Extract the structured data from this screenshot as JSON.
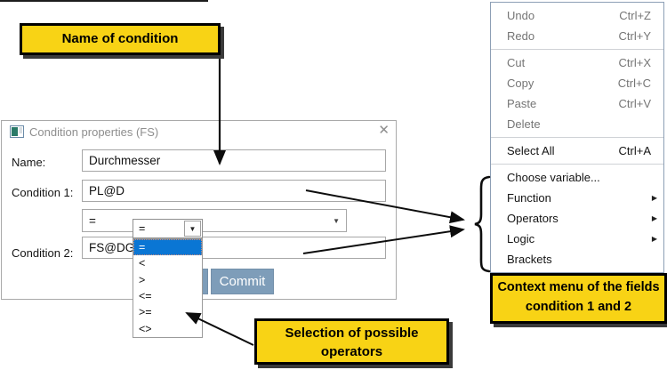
{
  "callouts": {
    "name_of_condition": "Name of condition",
    "selection_line1": "Selection of possible",
    "selection_line2": "operators",
    "context_line1": "Context menu  of the fields",
    "context_line2": "condition 1 and 2"
  },
  "dialog": {
    "title": "Condition properties (FS)",
    "fields": [
      {
        "label": "Name:",
        "value": "Durchmesser"
      },
      {
        "label": "Condition 1:",
        "value": "PL@D"
      },
      {
        "label": "Condition 2:",
        "value": "FS@DG"
      }
    ],
    "operator_value": "=",
    "commit_label": "Commit"
  },
  "operator_dropdown": {
    "value": "=",
    "selected_index": 0,
    "options": [
      "=",
      "<",
      ">",
      "<=",
      ">=",
      "<>"
    ]
  },
  "context_menu": {
    "items": [
      {
        "label": "Undo",
        "shortcut": "Ctrl+Z",
        "enabled": false
      },
      {
        "label": "Redo",
        "shortcut": "Ctrl+Y",
        "enabled": false
      },
      {
        "separator": true
      },
      {
        "label": "Cut",
        "shortcut": "Ctrl+X",
        "enabled": false
      },
      {
        "label": "Copy",
        "shortcut": "Ctrl+C",
        "enabled": false
      },
      {
        "label": "Paste",
        "shortcut": "Ctrl+V",
        "enabled": false
      },
      {
        "label": "Delete",
        "shortcut": "",
        "enabled": false
      },
      {
        "separator": true
      },
      {
        "label": "Select All",
        "shortcut": "Ctrl+A",
        "enabled": true
      },
      {
        "separator": true
      },
      {
        "label": "Choose variable...",
        "shortcut": "",
        "enabled": true
      },
      {
        "label": "Function",
        "shortcut": "",
        "enabled": true,
        "submenu": true
      },
      {
        "label": "Operators",
        "shortcut": "",
        "enabled": true,
        "submenu": true
      },
      {
        "label": "Logic",
        "shortcut": "",
        "enabled": true,
        "submenu": true
      },
      {
        "label": "Brackets",
        "shortcut": "",
        "enabled": true
      }
    ]
  },
  "icons": {
    "close": "✕",
    "dropdown_arrow": "▼",
    "submenu_arrow": "▶"
  },
  "colors": {
    "callout_yellow": "#f8d315",
    "selection_blue": "#0a76d4",
    "commit_button_blue": "#7e9db9"
  }
}
